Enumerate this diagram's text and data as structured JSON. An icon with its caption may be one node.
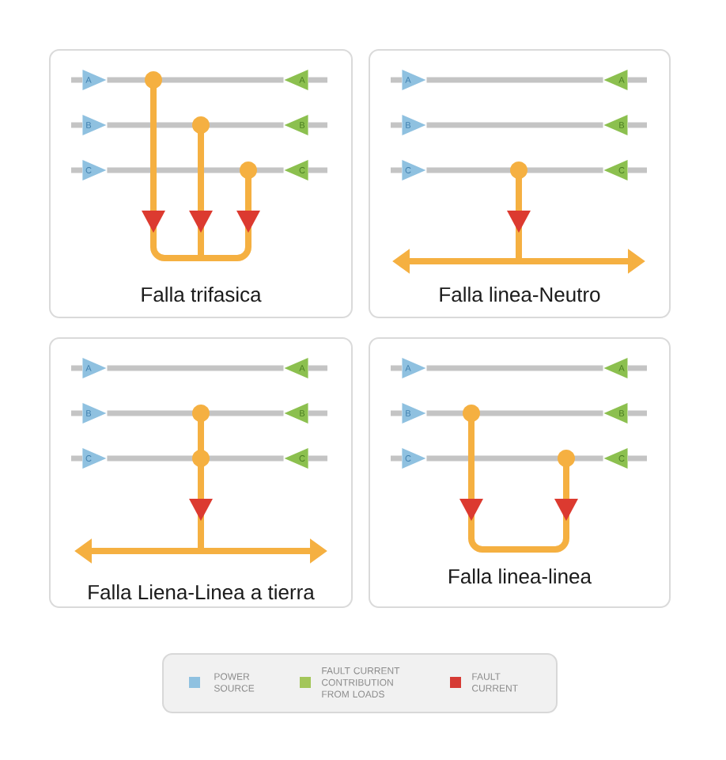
{
  "diagram": {
    "nodes": [
      {
        "text": [
          "Falla trifasica"
        ]
      },
      {
        "text": [
          "A"
        ],
        "in": 0
      },
      {
        "text": [
          "A"
        ],
        "in": 0
      },
      {
        "text": [
          "B"
        ],
        "in": 0
      },
      {
        "text": [
          "B"
        ],
        "in": 0
      },
      {
        "text": [
          "C"
        ],
        "in": 0
      },
      {
        "text": [
          "C"
        ],
        "in": 0
      },
      {
        "text": [
          "Falla linea-Neutro"
        ]
      },
      {
        "text": [
          "A"
        ],
        "in": 7
      },
      {
        "text": [
          "A"
        ],
        "in": 7
      },
      {
        "text": [
          "B"
        ],
        "in": 7
      },
      {
        "text": [
          "B"
        ],
        "in": 7
      },
      {
        "text": [
          "C"
        ],
        "in": 7
      },
      {
        "text": [
          "C"
        ],
        "in": 7
      },
      {
        "text": [
          "Falla Liena-Linea a tierra"
        ]
      },
      {
        "text": [
          "A"
        ],
        "in": 14
      },
      {
        "text": [
          "A"
        ],
        "in": 14
      },
      {
        "text": [
          "B"
        ],
        "in": 14
      },
      {
        "text": [
          "B"
        ],
        "in": 14
      },
      {
        "text": [
          "C"
        ],
        "in": 14
      },
      {
        "text": [
          "C"
        ],
        "in": 14
      },
      {
        "text": [
          "Falla linea-linea"
        ]
      },
      {
        "text": [
          "A"
        ],
        "in": 21
      },
      {
        "text": [
          "A"
        ],
        "in": 21
      },
      {
        "text": [
          "B"
        ],
        "in": 21
      },
      {
        "text": [
          "B"
        ],
        "in": 21
      },
      {
        "text": [
          "C"
        ],
        "in": 21
      },
      {
        "text": [
          "C"
        ],
        "in": 21
      }
    ],
    "edges": [
      {
        "from": 1,
        "to": 2,
        "arrow": "none"
      },
      {
        "from": 3,
        "to": 4,
        "arrow": "none"
      },
      {
        "from": 5,
        "to": 6,
        "arrow": "none"
      },
      {
        "from": 8,
        "to": 9,
        "arrow": "none"
      },
      {
        "from": 10,
        "to": 11,
        "arrow": "none"
      },
      {
        "from": 12,
        "to": 13,
        "arrow": "none"
      },
      {
        "from": 15,
        "to": 16,
        "arrow": "none"
      },
      {
        "from": 17,
        "to": 18,
        "arrow": "none"
      },
      {
        "from": 19,
        "to": 20,
        "arrow": "none"
      },
      {
        "from": 22,
        "to": 23,
        "arrow": "none"
      },
      {
        "from": 24,
        "to": 25,
        "arrow": "none"
      },
      {
        "from": 26,
        "to": 27,
        "arrow": "none"
      }
    ],
    "legend": [
      {
        "text": "POWER SOURCE",
        "color": "#8fc1e0"
      },
      {
        "text": "FAULT CURRENT CONTRIBUTION FROM LOADS",
        "color": "#a3c65a"
      },
      {
        "text": "FAULT CURRENT",
        "color": "#d63b35"
      }
    ]
  }
}
